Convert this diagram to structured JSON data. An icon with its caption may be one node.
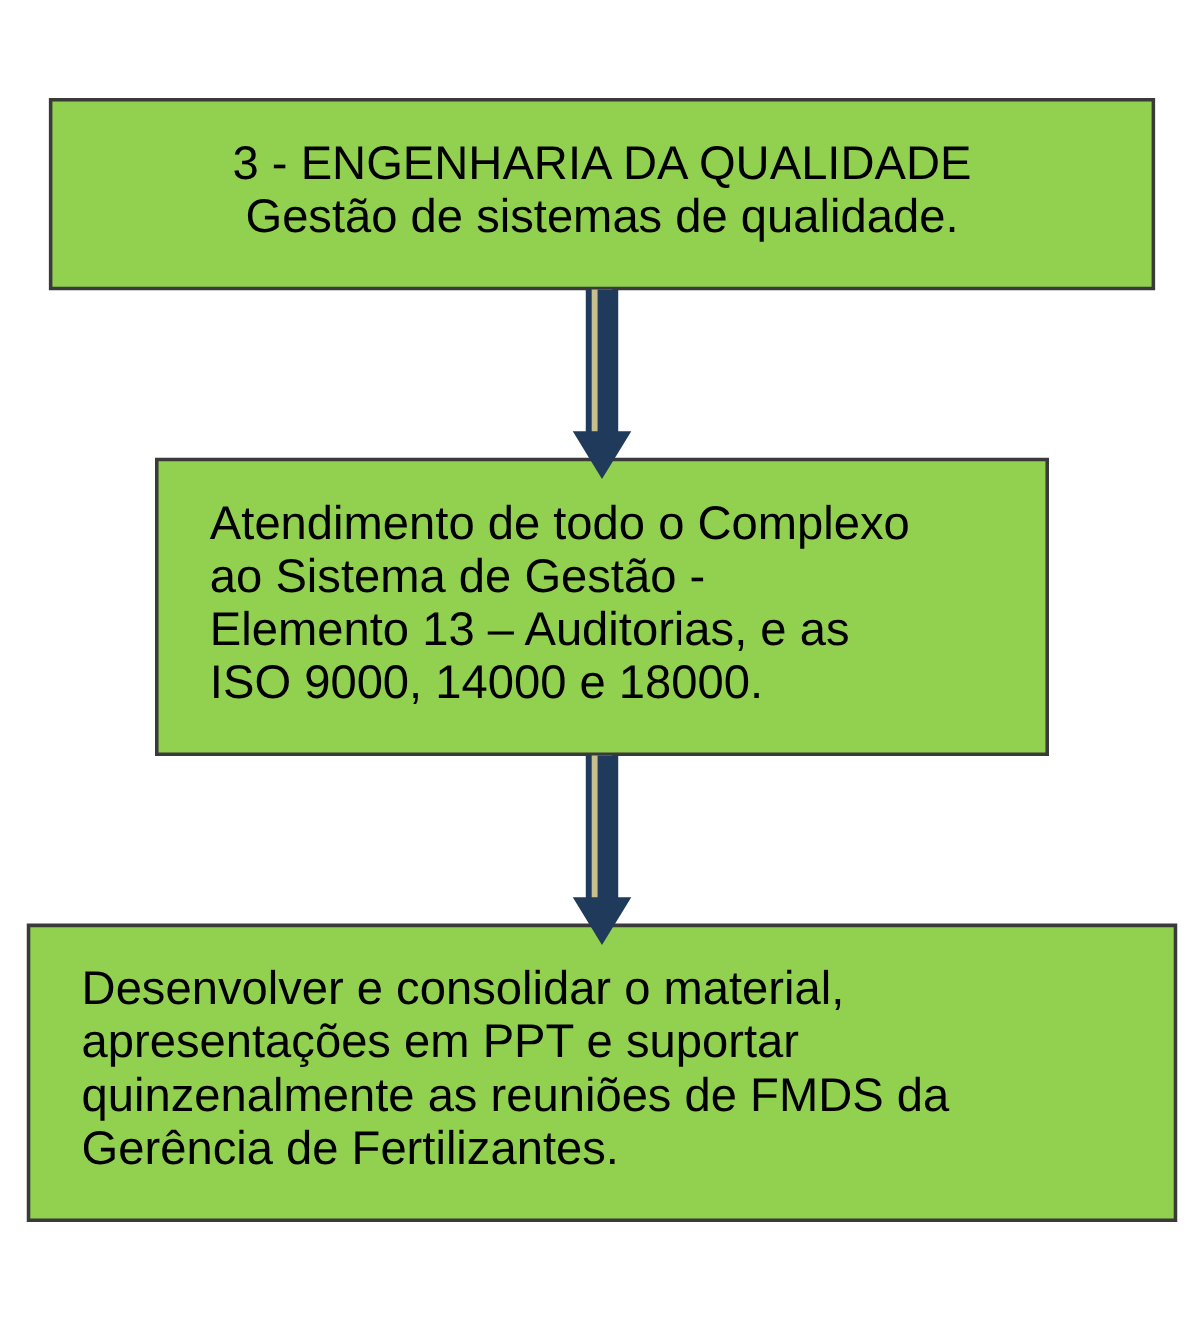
{
  "diagram": {
    "nodes": [
      {
        "text": [
          "3 - ENGENHARIA DA QUALIDADE",
          "Gestão de sistemas de qualidade."
        ]
      },
      {
        "text": [
          "Atendimento de todo o Complexo ao Sistema de Gestão - Elemento 13 – Auditorias, e as ISO 9000, 14000 e 18000."
        ]
      },
      {
        "text": [
          "Desenvolver e consolidar o material, apresentações em PPT e suportar quinzenalmente as reuniões de FMDS da Gerência de Fertilizantes."
        ]
      }
    ],
    "edges": [
      {
        "from": 0,
        "to": 1,
        "arrow": "to"
      },
      {
        "from": 1,
        "to": 2,
        "arrow": "to"
      }
    ]
  }
}
